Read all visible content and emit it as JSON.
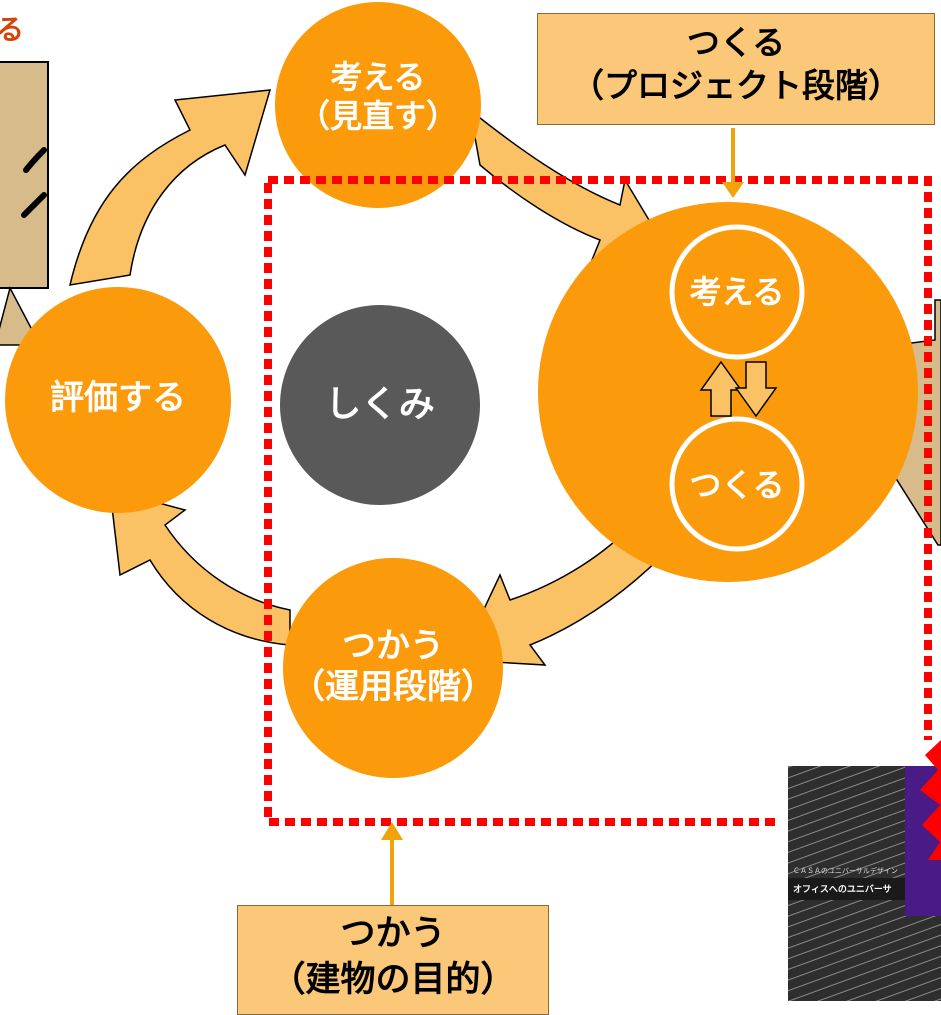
{
  "colors": {
    "circle_orange": "#fb9a0a",
    "arrow_fill": "#fbc265",
    "box_fill": "#fbc87a",
    "center_gray": "#595959",
    "dotted_red": "#ff0000",
    "callout_fill": "#d8bb8a"
  },
  "cycle": {
    "think_review": {
      "line1": "考える",
      "line2": "（見直す）"
    },
    "evaluate": "評価する",
    "use_operation": {
      "line1": "つかう",
      "line2": "（運用段階）"
    },
    "center": "しくみ",
    "project_circle": {
      "inner_top": "考える",
      "inner_bottom": "つくる"
    }
  },
  "boxes": {
    "make_project": {
      "line1": "つくる",
      "line2": "（プロジェクト段階）"
    },
    "use_purpose": {
      "line1": "つかう",
      "line2": "（建物の目的）"
    }
  },
  "partial": {
    "top_left_fragment": "る",
    "book_text_line1": "ＣＡＳＡのユニバーサルデザイン",
    "book_text_line2": "オフィスへのユニバーサ"
  }
}
